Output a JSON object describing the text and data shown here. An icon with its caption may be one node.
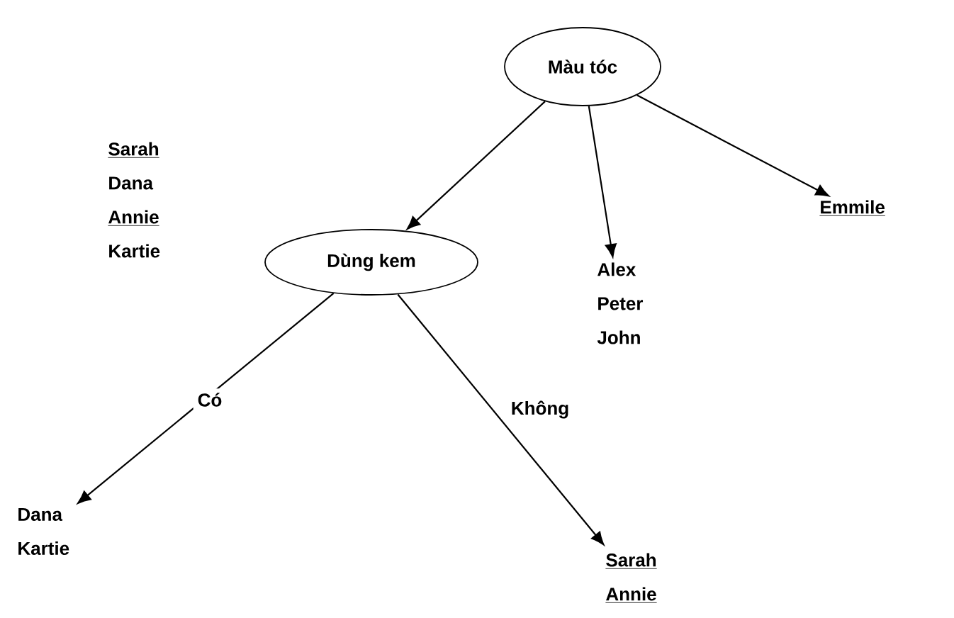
{
  "diagram": {
    "nodes": [
      {
        "text": [
          "Màu tóc"
        ]
      },
      {
        "text": [
          "Dùng kem"
        ],
        "beside": [
          "Sarah",
          "Dana",
          "Annie",
          "Kartie"
        ]
      },
      {
        "text": [
          "Alex",
          "Peter",
          "John"
        ]
      },
      {
        "text": [
          "Emmile"
        ]
      },
      {
        "text": [
          "Dana",
          "Kartie"
        ]
      },
      {
        "text": [
          "Sarah",
          "Annie"
        ]
      }
    ],
    "edges": [
      {
        "from": 0,
        "to": 1,
        "arrow": "to"
      },
      {
        "from": 0,
        "to": 2,
        "arrow": "to"
      },
      {
        "from": 0,
        "to": 3,
        "arrow": "to"
      },
      {
        "from": 1,
        "to": 4,
        "arrow": "to",
        "label": "Có"
      },
      {
        "from": 1,
        "to": 5,
        "arrow": "to",
        "label": "Không"
      }
    ]
  }
}
